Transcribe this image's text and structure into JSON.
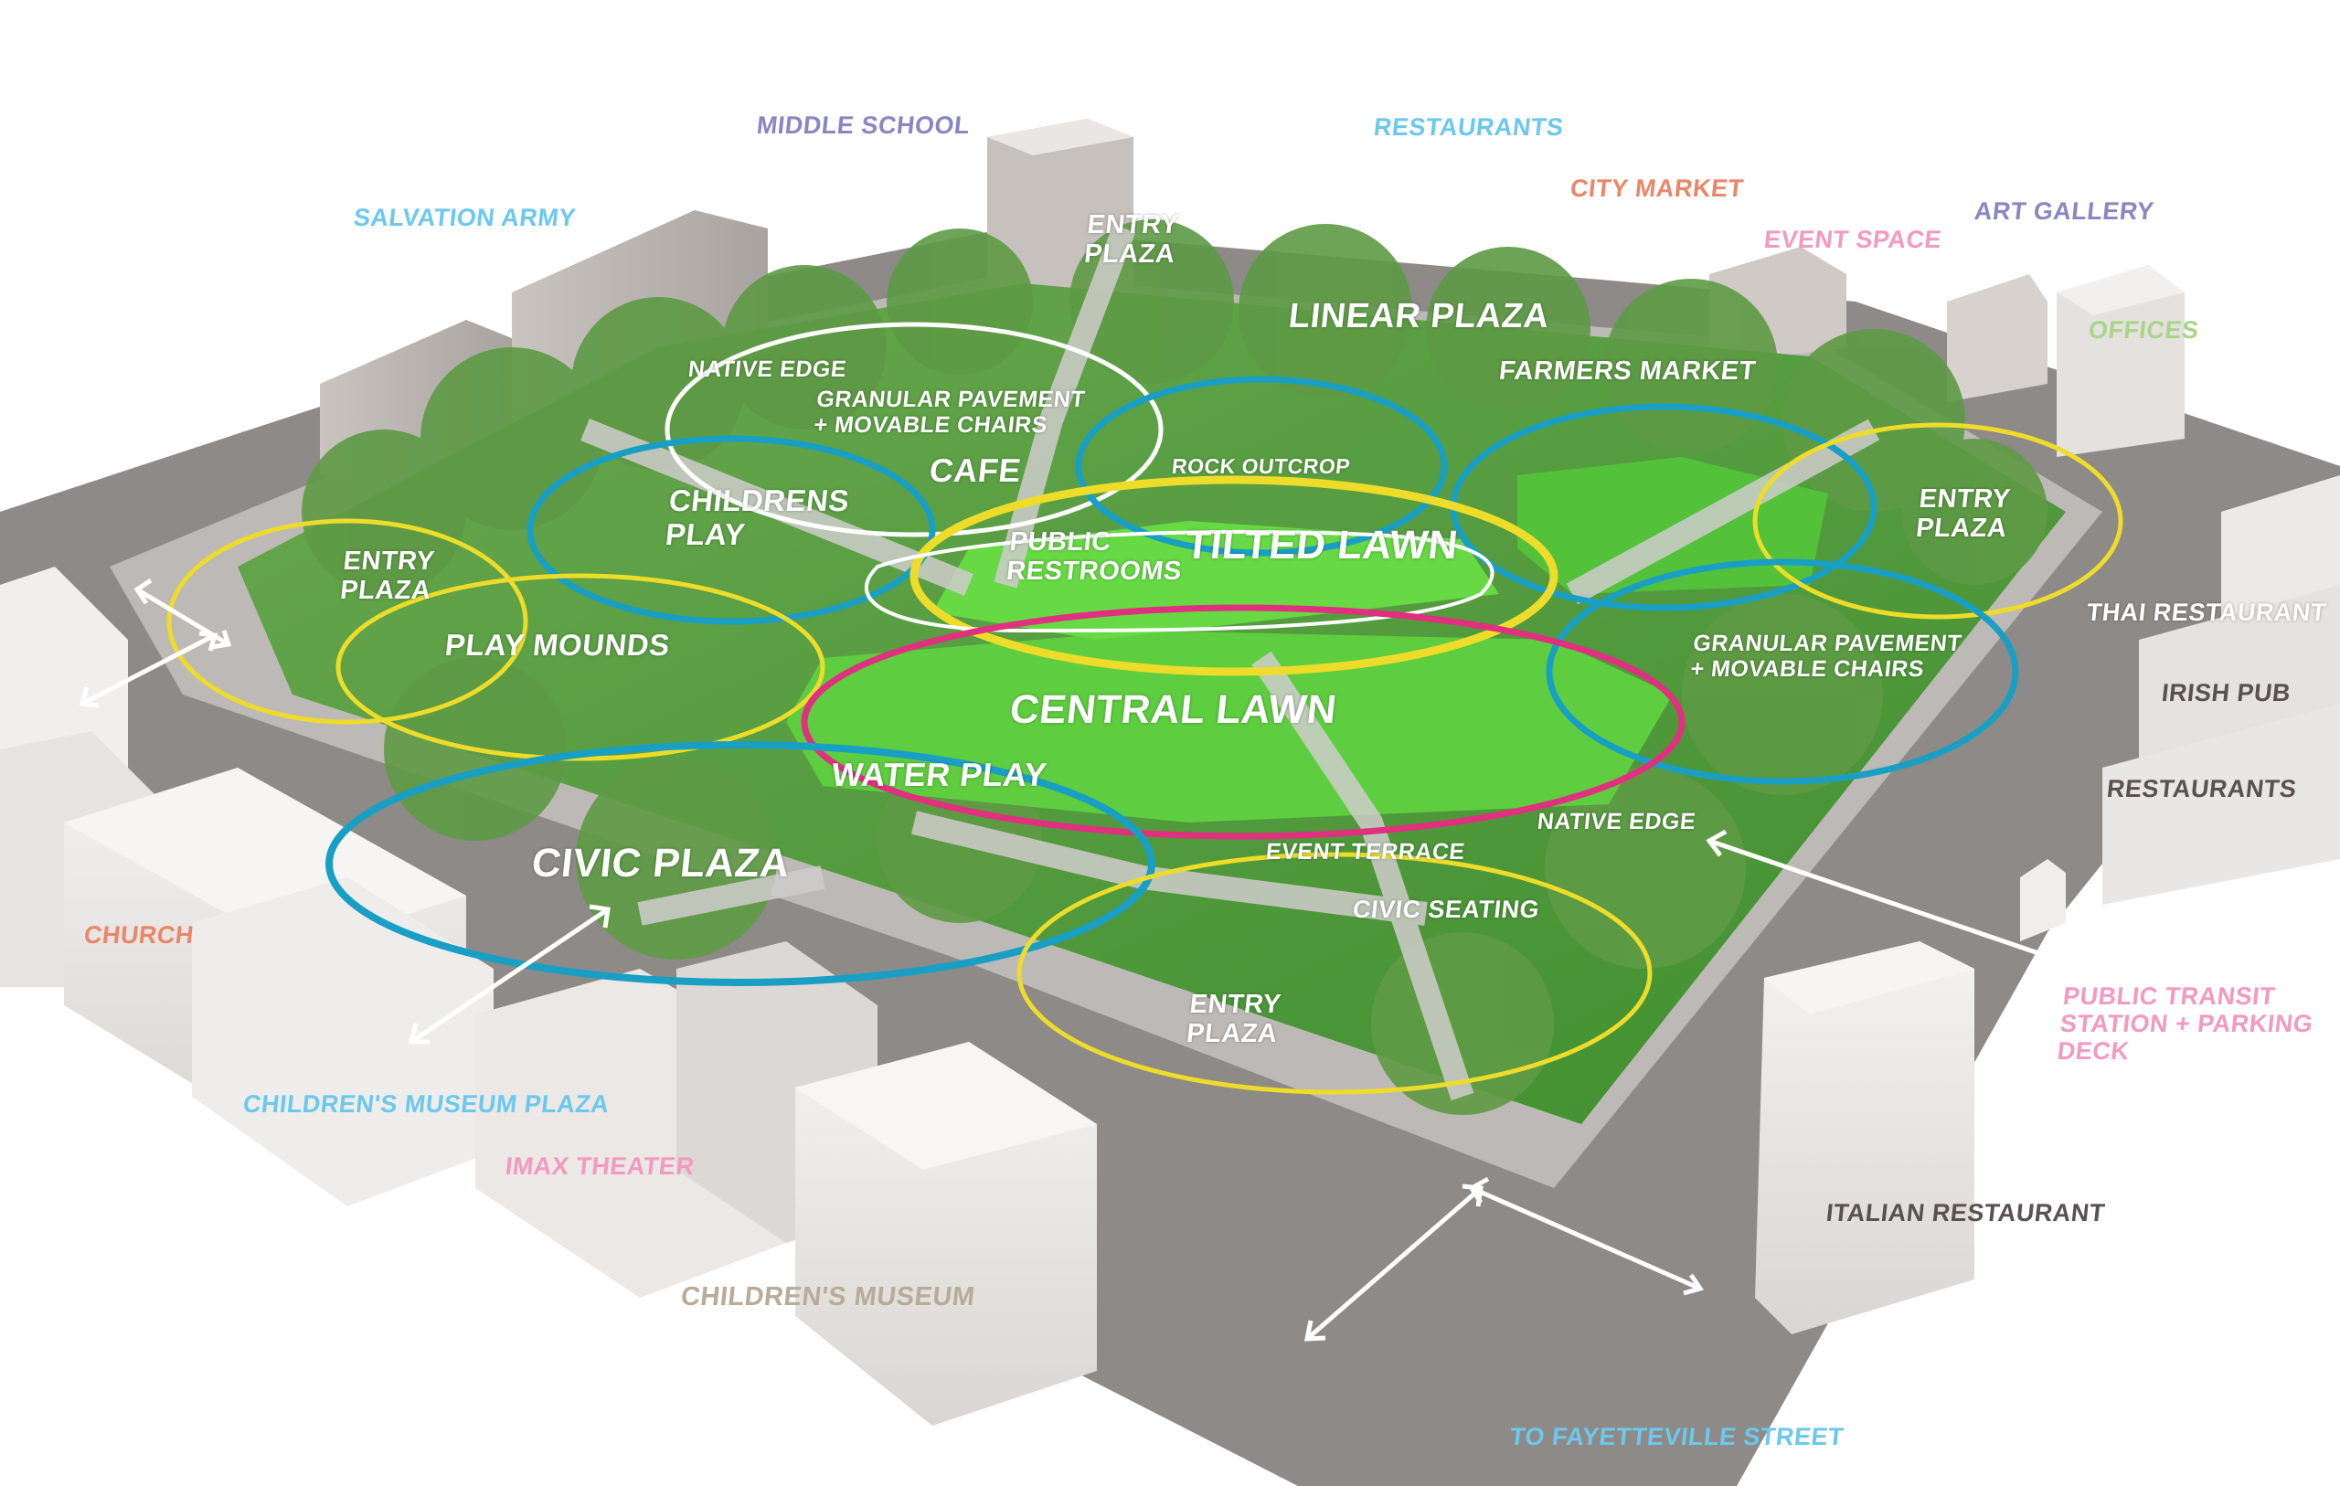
{
  "diagram": {
    "title": "Park Master Plan Aerial Model",
    "colors": {
      "ellipse_blue": "#1a9fc4",
      "ellipse_yellow": "#eedc2a",
      "ellipse_magenta": "#e0307f",
      "ellipse_white": "#ffffff",
      "label_light_blue": "#6cc8ec",
      "label_purple": "#8a86c2",
      "label_salmon": "#e8876a",
      "label_pink": "#f29ac0",
      "label_light_green": "#a9d58a",
      "label_dark_gray": "#5a5252",
      "label_tan": "#b7ac98",
      "park_green": "#4fb83a",
      "lawn_green": "#5fd03f",
      "road_gray": "#7b7878",
      "building_white": "#eeecea"
    },
    "context_labels": [
      {
        "id": "middle-school",
        "text": "MIDDLE SCHOOL",
        "color": "#8a86c2"
      },
      {
        "id": "restaurants-north",
        "text": "RESTAURANTS",
        "color": "#6cc8ec"
      },
      {
        "id": "salvation-army",
        "text": "SALVATION ARMY",
        "color": "#6cc8ec"
      },
      {
        "id": "city-market",
        "text": "CITY MARKET",
        "color": "#e8876a"
      },
      {
        "id": "art-gallery",
        "text": "ART GALLERY",
        "color": "#8a86c2"
      },
      {
        "id": "event-space",
        "text": "EVENT SPACE",
        "color": "#f29ac0"
      },
      {
        "id": "offices",
        "text": "OFFICES",
        "color": "#a9d58a"
      },
      {
        "id": "thai-restaurant",
        "text": "THAI RESTAURANT",
        "color": "#ffffff"
      },
      {
        "id": "irish-pub",
        "text": "IRISH PUB",
        "color": "#5a5252"
      },
      {
        "id": "restaurants-east",
        "text": "RESTAURANTS",
        "color": "#5a5252"
      },
      {
        "id": "church",
        "text": "CHURCH",
        "color": "#e8876a"
      },
      {
        "id": "public-transit",
        "text": "PUBLIC TRANSIT\nSTATION + PARKING\nDECK",
        "color": "#f29ac0"
      },
      {
        "id": "childrens-museum-plaza",
        "text": "CHILDREN'S MUSEUM PLAZA",
        "color": "#6cc8ec"
      },
      {
        "id": "imax-theater",
        "text": "IMAX THEATER",
        "color": "#f29ac0"
      },
      {
        "id": "italian-restaurant",
        "text": "ITALIAN RESTAURANT",
        "color": "#5a5252"
      },
      {
        "id": "childrens-museum",
        "text": "CHILDREN'S MUSEUM",
        "color": "#b7ac98"
      },
      {
        "id": "to-fayetteville-street",
        "text": "TO FAYETTEVILLE STREET",
        "color": "#6cc8ec"
      }
    ],
    "park_labels": [
      {
        "id": "entry-plaza-north",
        "text": "ENTRY\nPLAZA"
      },
      {
        "id": "linear-plaza",
        "text": "LINEAR PLAZA"
      },
      {
        "id": "native-edge-north",
        "text": "NATIVE EDGE"
      },
      {
        "id": "farmers-market",
        "text": "FARMERS MARKET"
      },
      {
        "id": "granular-pavement-north",
        "text": "GRANULAR PAVEMENT\n+ MOVABLE CHAIRS"
      },
      {
        "id": "cafe",
        "text": "CAFE"
      },
      {
        "id": "rock-outcrop",
        "text": "ROCK OUTCROP"
      },
      {
        "id": "childrens-play",
        "text": "CHILDRENS\nPLAY"
      },
      {
        "id": "public-restrooms",
        "text": "PUBLIC\nRESTROOMS"
      },
      {
        "id": "tilted-lawn",
        "text": "TILTED LAWN"
      },
      {
        "id": "entry-plaza-east",
        "text": "ENTRY\nPLAZA"
      },
      {
        "id": "entry-plaza-west",
        "text": "ENTRY\nPLAZA"
      },
      {
        "id": "play-mounds",
        "text": "PLAY MOUNDS"
      },
      {
        "id": "granular-pavement-east",
        "text": "GRANULAR PAVEMENT\n+ MOVABLE CHAIRS"
      },
      {
        "id": "central-lawn",
        "text": "CENTRAL LAWN"
      },
      {
        "id": "water-play",
        "text": "WATER PLAY"
      },
      {
        "id": "native-edge-south",
        "text": "NATIVE EDGE"
      },
      {
        "id": "event-terrace",
        "text": "EVENT TERRACE"
      },
      {
        "id": "civic-plaza",
        "text": "CIVIC PLAZA"
      },
      {
        "id": "civic-seating",
        "text": "CIVIC SEATING"
      },
      {
        "id": "entry-plaza-south",
        "text": "ENTRY\nPLAZA"
      }
    ],
    "zones": [
      {
        "id": "white-granular-north",
        "color": "white"
      },
      {
        "id": "blue-childrens-play",
        "color": "blue"
      },
      {
        "id": "blue-rock-outcrop",
        "color": "blue"
      },
      {
        "id": "blue-northeast-lawn",
        "color": "blue"
      },
      {
        "id": "yellow-entry-plaza-east",
        "color": "yellow"
      },
      {
        "id": "yellow-tilted-lawn",
        "color": "yellow"
      },
      {
        "id": "white-tilted-lawn-outline",
        "color": "white"
      },
      {
        "id": "yellow-entry-plaza-west",
        "color": "yellow"
      },
      {
        "id": "yellow-play-mounds",
        "color": "yellow"
      },
      {
        "id": "blue-granular-east",
        "color": "blue"
      },
      {
        "id": "magenta-central-lawn",
        "color": "magenta"
      },
      {
        "id": "blue-civic-plaza",
        "color": "blue"
      },
      {
        "id": "yellow-entry-plaza-south",
        "color": "yellow"
      }
    ]
  }
}
